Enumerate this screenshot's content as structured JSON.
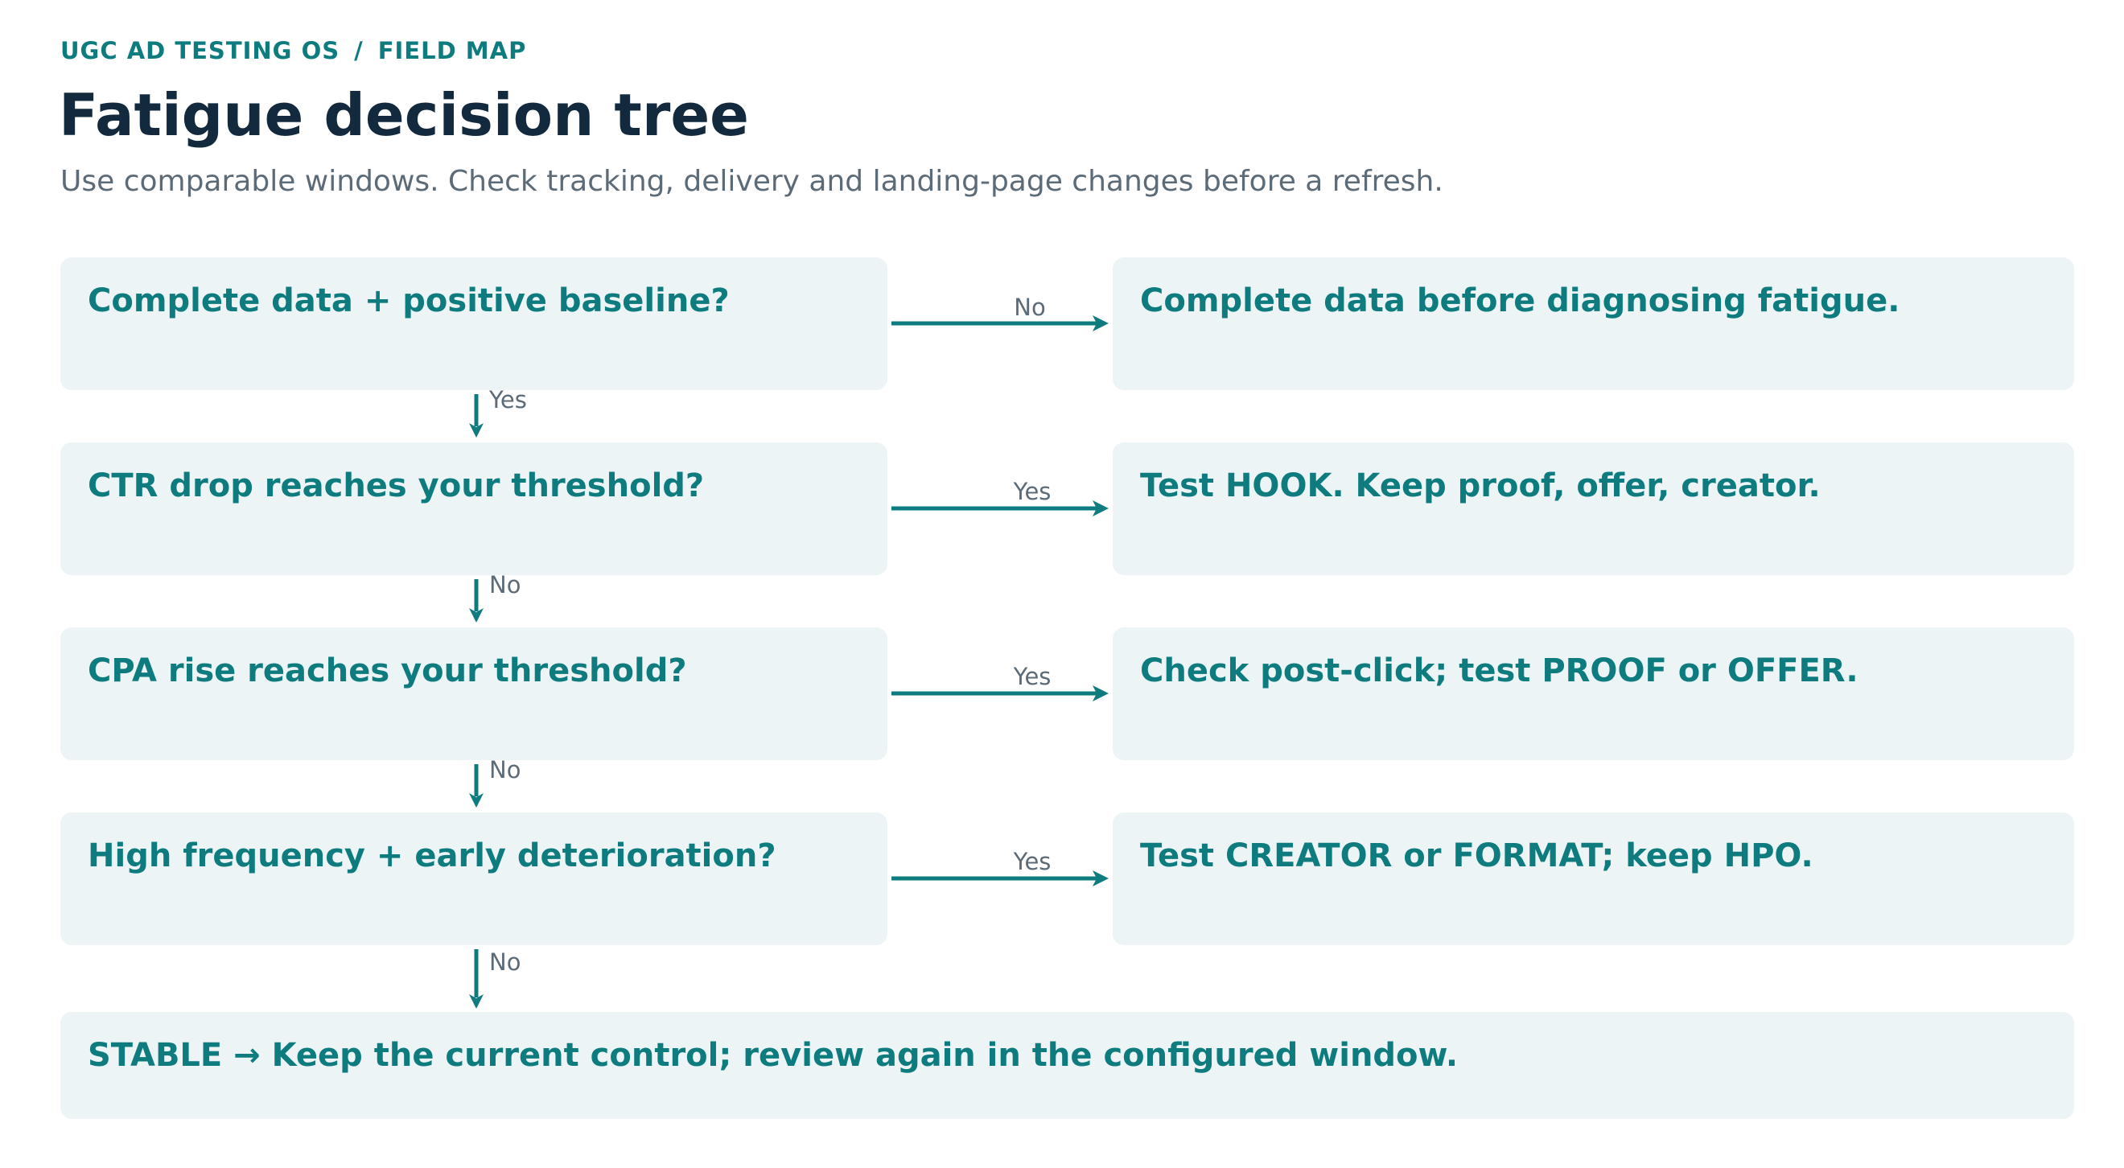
{
  "header": {
    "breadcrumb": {
      "app": "UGC AD TESTING OS",
      "separator": "/",
      "section": "FIELD MAP"
    },
    "title": "Fatigue decision tree",
    "subtitle": "Use comparable windows. Check tracking, delivery and landing-page changes before a refresh."
  },
  "tree": {
    "questions": [
      {
        "text": "Complete data + positive baseline?",
        "branch_label": "No",
        "next_label": "Yes"
      },
      {
        "text": "CTR drop reaches your threshold?",
        "branch_label": "Yes",
        "next_label": "No"
      },
      {
        "text": "CPA rise reaches your threshold?",
        "branch_label": "Yes",
        "next_label": "No"
      },
      {
        "text": "High frequency + early deterioration?",
        "branch_label": "Yes",
        "next_label": "No"
      }
    ],
    "actions": [
      {
        "text": "Complete data before diagnosing fatigue."
      },
      {
        "text": "Test HOOK. Keep proof, offer, creator."
      },
      {
        "text": "Check post-click; test PROOF or OFFER."
      },
      {
        "text": "Test CREATOR or FORMAT; keep HPO."
      }
    ],
    "final": {
      "text": "STABLE → Keep the current control; review again in the configured window."
    }
  },
  "colors": {
    "accent": "#0e7c7f",
    "title": "#13293d",
    "muted": "#5c6b78",
    "node_background": "#ecf4f6"
  }
}
